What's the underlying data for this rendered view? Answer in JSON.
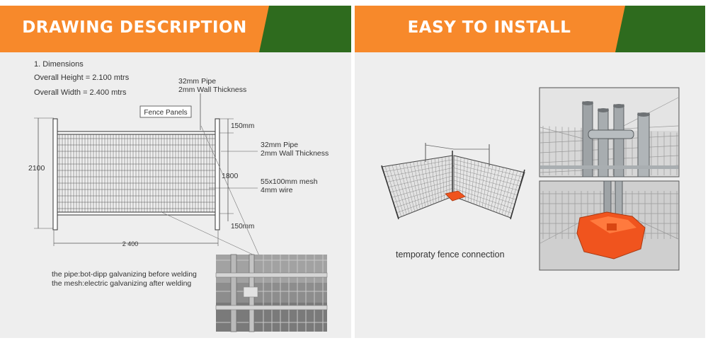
{
  "left_panel": {
    "title": "DRAWING DESCRIPTION",
    "dimensions_heading": "1. Dimensions",
    "overall_height": "Overall Height = 2.100 mtrs",
    "overall_width": "Overall Width = 2.400 mtrs",
    "pipe_top_label_1": "32mm Pipe",
    "pipe_top_label_2": "2mm Wall Thickness",
    "fence_panels_label": "Fence Panels",
    "dim_top_gap": "150mm",
    "pipe_side_label_1": "32mm Pipe",
    "pipe_side_label_2": "2mm Wall Thickness",
    "dim_height_total": "2100",
    "dim_mesh_height": "1800",
    "mesh_label_1": "55x100mm mesh",
    "mesh_label_2": "4mm wire",
    "dim_bottom_gap": "150mm",
    "dim_width": "2 400",
    "note_pipe": "the pipe:bot-dipp galvanizing before welding",
    "note_mesh": "the mesh:electric galvanizing after welding"
  },
  "right_panel": {
    "title": "EASY TO INSTALL",
    "caption": "temporaty fence  connection"
  },
  "colors": {
    "banner_orange": "#f7892b",
    "banner_green": "#2e6b1e",
    "panel_bg": "#eeeeee",
    "base_orange": "#f0541e"
  }
}
